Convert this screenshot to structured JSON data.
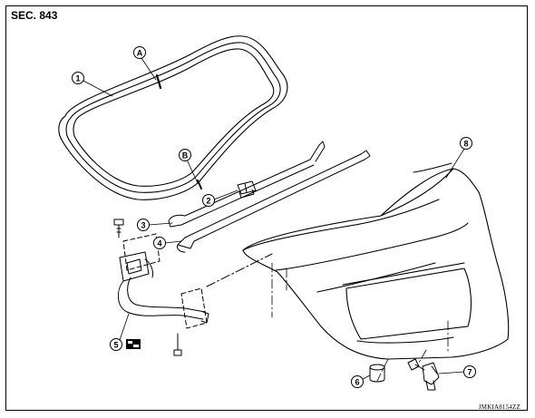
{
  "section_label": "SEC. 843",
  "drawing_code": "JMKIA8154ZZ",
  "callouts": {
    "c1": "1",
    "c2": "2",
    "c3": "3",
    "c4": "4",
    "c5": "5",
    "c6": "6",
    "c7": "7",
    "c8": "8",
    "cA": "A",
    "cB": "B"
  }
}
